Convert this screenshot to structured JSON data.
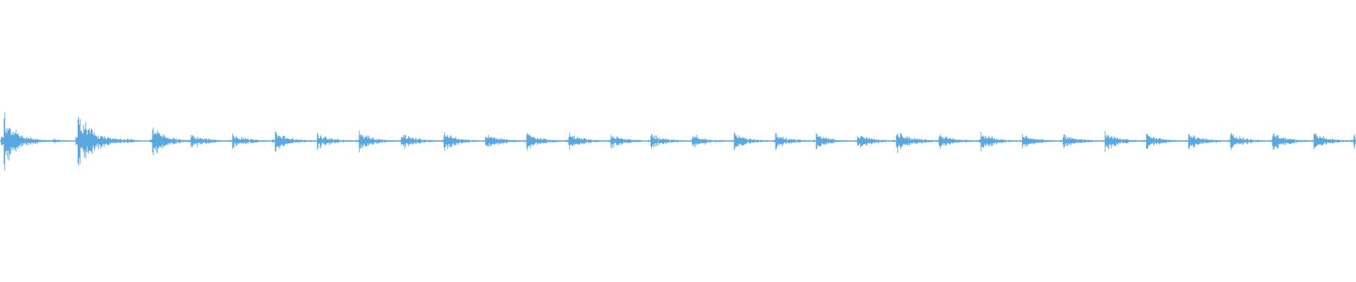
{
  "waveform": {
    "color": "#5ba7e0",
    "background": "#ffffff",
    "baseline_level": 0.012,
    "onsets": [
      {
        "t": 0.003,
        "amp": 0.92,
        "neg": 0.95,
        "decay": 0.01
      },
      {
        "t": 0.039,
        "amp": 0.12,
        "neg": 0.1,
        "decay": 0.006
      },
      {
        "t": 0.0575,
        "amp": 0.95,
        "neg": 0.98,
        "decay": 0.012
      },
      {
        "t": 0.094,
        "amp": 0.12,
        "neg": 0.1,
        "decay": 0.006
      },
      {
        "t": 0.1125,
        "amp": 0.55,
        "neg": 0.58,
        "decay": 0.01
      },
      {
        "t": 0.141,
        "amp": 0.28,
        "neg": 0.3,
        "decay": 0.011
      },
      {
        "t": 0.1715,
        "amp": 0.26,
        "neg": 0.28,
        "decay": 0.011
      },
      {
        "t": 0.203,
        "amp": 0.3,
        "neg": 0.34,
        "decay": 0.011
      },
      {
        "t": 0.234,
        "amp": 0.26,
        "neg": 0.28,
        "decay": 0.011
      },
      {
        "t": 0.265,
        "amp": 0.32,
        "neg": 0.36,
        "decay": 0.011
      },
      {
        "t": 0.296,
        "amp": 0.28,
        "neg": 0.3,
        "decay": 0.011
      },
      {
        "t": 0.3275,
        "amp": 0.3,
        "neg": 0.34,
        "decay": 0.011
      },
      {
        "t": 0.358,
        "amp": 0.3,
        "neg": 0.34,
        "decay": 0.011
      },
      {
        "t": 0.3885,
        "amp": 0.28,
        "neg": 0.32,
        "decay": 0.011
      },
      {
        "t": 0.4195,
        "amp": 0.26,
        "neg": 0.28,
        "decay": 0.011
      },
      {
        "t": 0.4505,
        "amp": 0.26,
        "neg": 0.28,
        "decay": 0.011
      },
      {
        "t": 0.48,
        "amp": 0.26,
        "neg": 0.28,
        "decay": 0.011
      },
      {
        "t": 0.5105,
        "amp": 0.24,
        "neg": 0.26,
        "decay": 0.011
      },
      {
        "t": 0.5415,
        "amp": 0.26,
        "neg": 0.28,
        "decay": 0.011
      },
      {
        "t": 0.572,
        "amp": 0.26,
        "neg": 0.28,
        "decay": 0.011
      },
      {
        "t": 0.602,
        "amp": 0.24,
        "neg": 0.26,
        "decay": 0.011
      },
      {
        "t": 0.6325,
        "amp": 0.26,
        "neg": 0.28,
        "decay": 0.011
      },
      {
        "t": 0.661,
        "amp": 0.4,
        "neg": 0.44,
        "decay": 0.011
      },
      {
        "t": 0.6925,
        "amp": 0.28,
        "neg": 0.3,
        "decay": 0.011
      },
      {
        "t": 0.7235,
        "amp": 0.3,
        "neg": 0.34,
        "decay": 0.011
      },
      {
        "t": 0.754,
        "amp": 0.24,
        "neg": 0.26,
        "decay": 0.011
      },
      {
        "t": 0.784,
        "amp": 0.24,
        "neg": 0.26,
        "decay": 0.011
      },
      {
        "t": 0.815,
        "amp": 0.3,
        "neg": 0.34,
        "decay": 0.011
      },
      {
        "t": 0.8455,
        "amp": 0.26,
        "neg": 0.28,
        "decay": 0.011
      },
      {
        "t": 0.8765,
        "amp": 0.28,
        "neg": 0.32,
        "decay": 0.011
      },
      {
        "t": 0.9075,
        "amp": 0.28,
        "neg": 0.3,
        "decay": 0.011
      },
      {
        "t": 0.9385,
        "amp": 0.32,
        "neg": 0.36,
        "decay": 0.011
      },
      {
        "t": 0.969,
        "amp": 0.28,
        "neg": 0.3,
        "decay": 0.011
      },
      {
        "t": 0.9985,
        "amp": 0.26,
        "neg": 0.28,
        "decay": 0.004
      }
    ]
  }
}
